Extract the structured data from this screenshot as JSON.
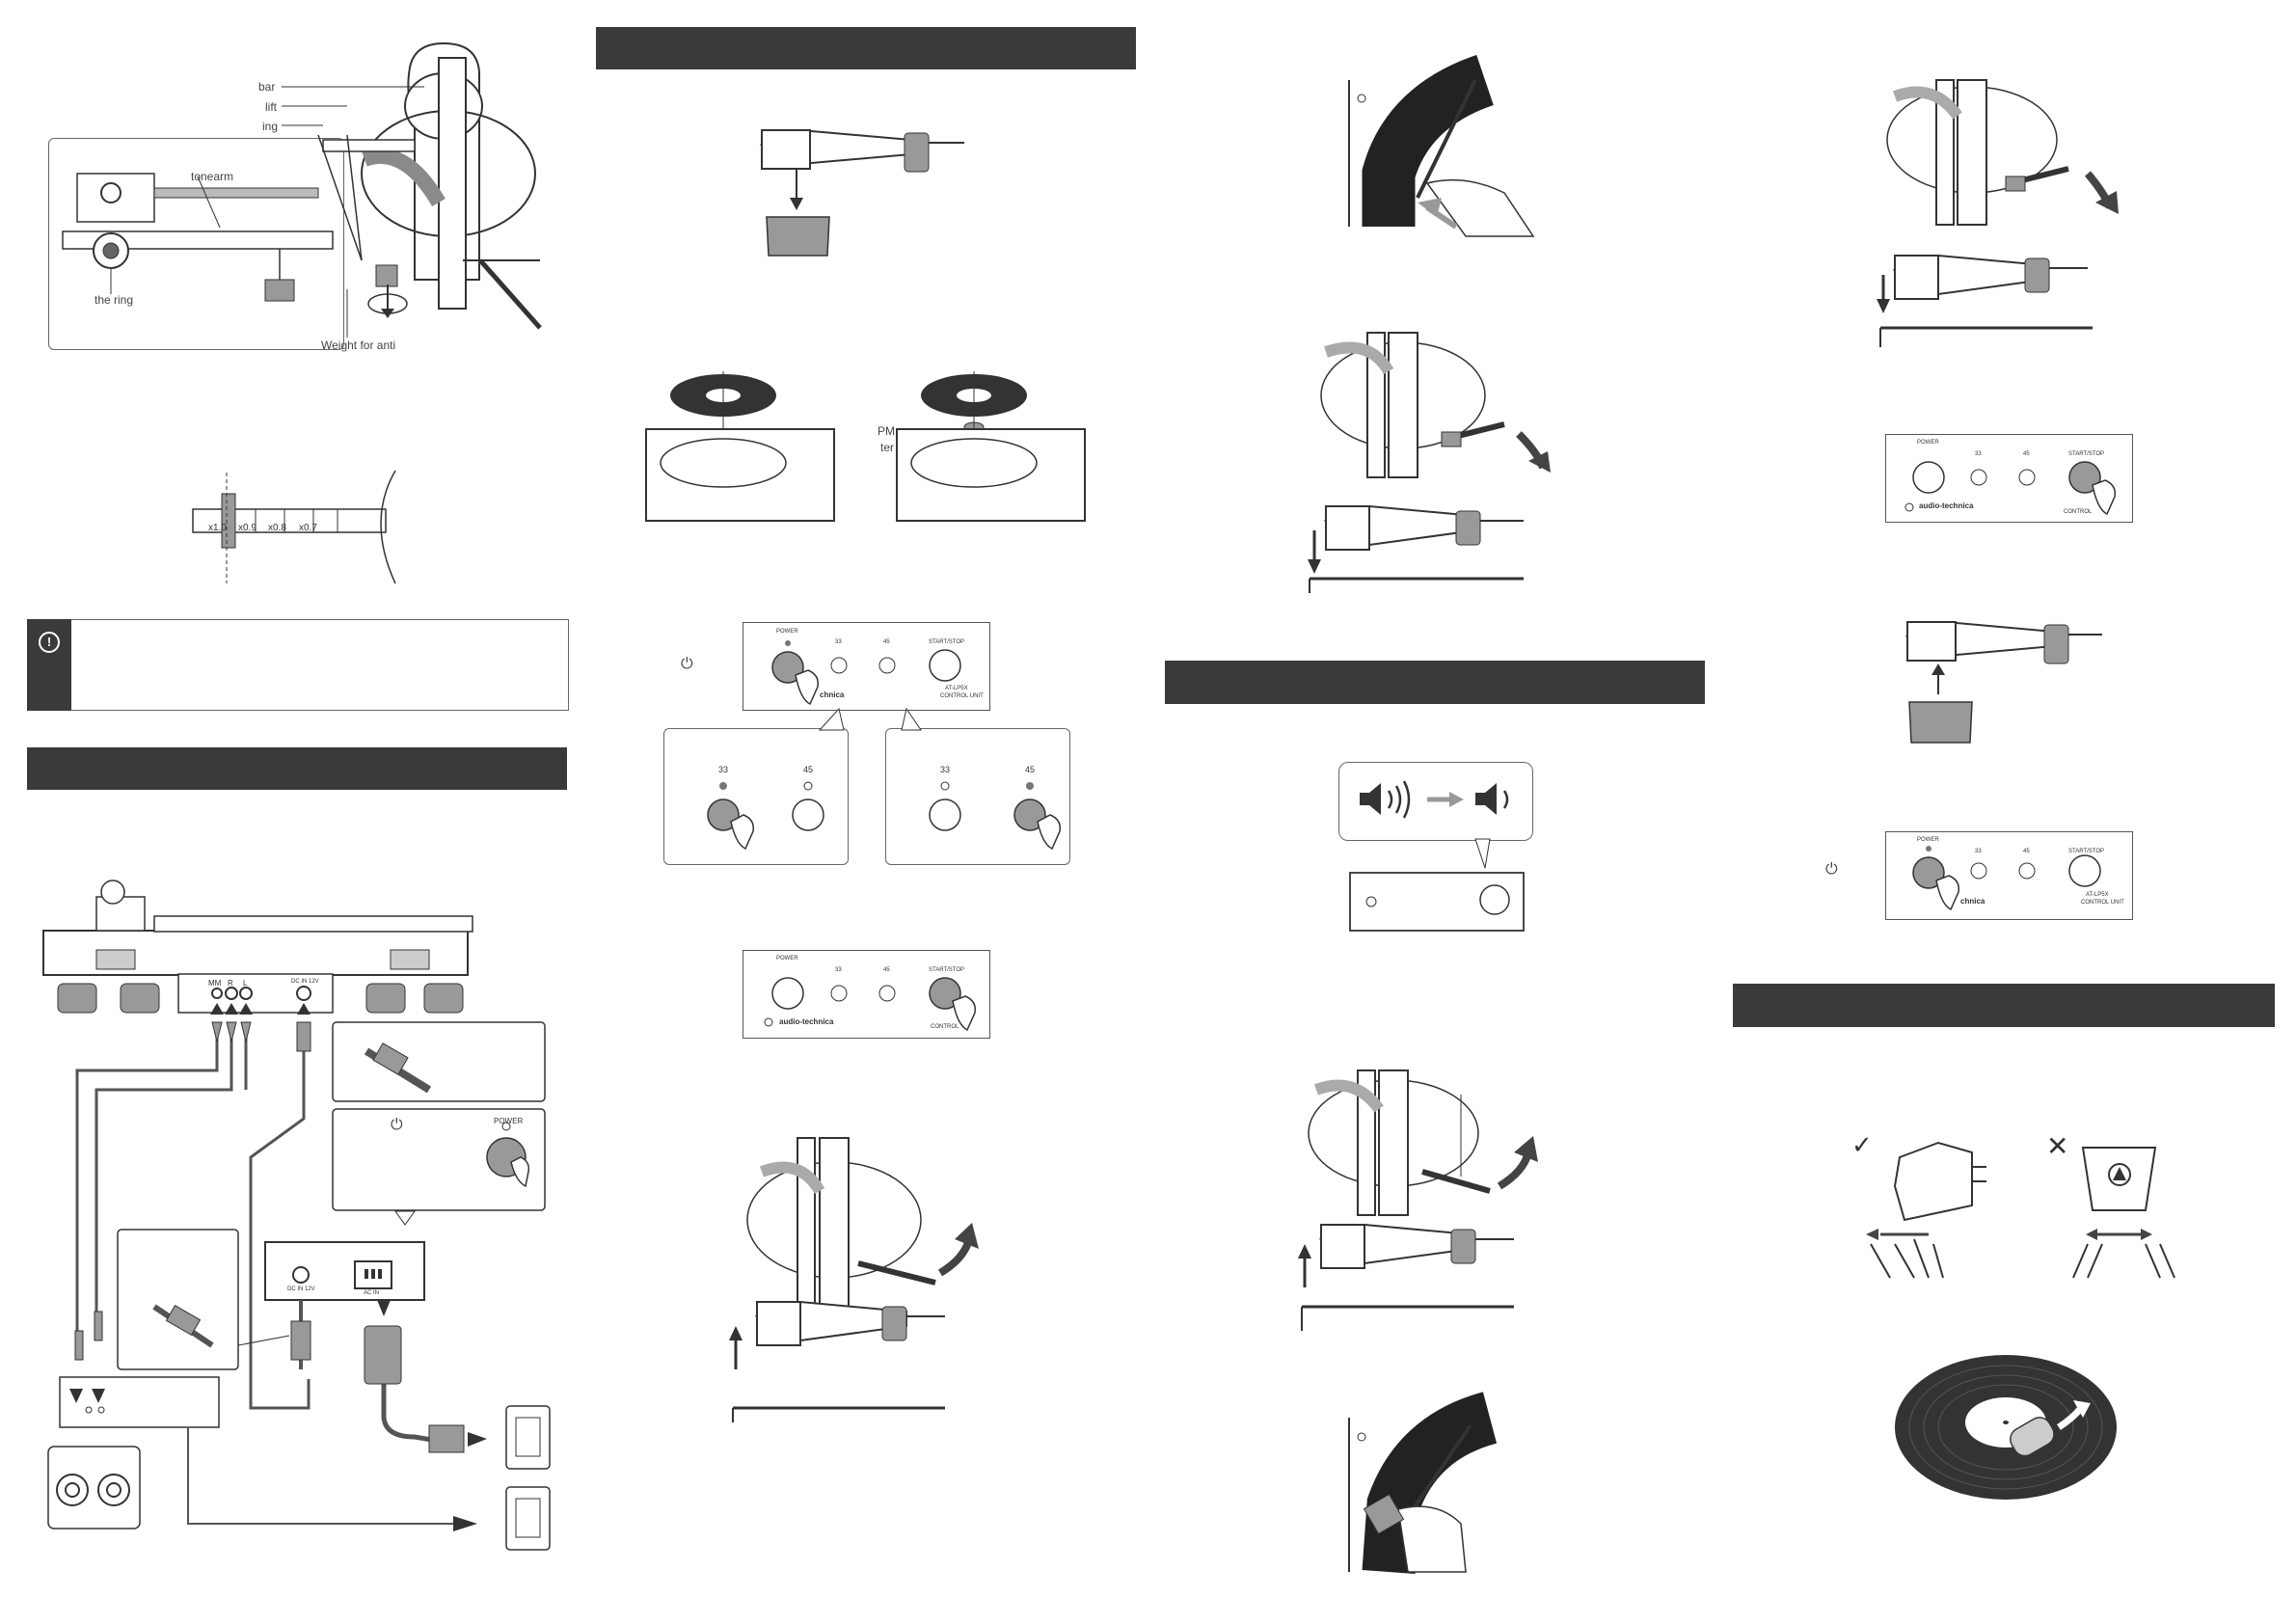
{
  "callouts": {
    "bar": "bar",
    "lift": "lift",
    "ring_top": "ing",
    "tonearm": "tonearm",
    "the_ring": "the ring",
    "weight": "Weight for anti"
  },
  "scale": {
    "marks": [
      "x1.0",
      "x0.9",
      "x0.8",
      "x0.7"
    ]
  },
  "record_labels": {
    "pm": "PM",
    "ter": "ter"
  },
  "control_unit": {
    "power": "POWER",
    "speed_33": "33",
    "speed_45": "45",
    "start_stop": "START/STOP",
    "brand": "audio-technica",
    "model": "AT-LP5X",
    "unit": "CONTROL UNIT",
    "brand_partial": "chnica",
    "unit_partial": "CONTROL"
  },
  "panel_marks": {
    "left": "MM",
    "mid": "R",
    "right": "L",
    "dc": "DC IN 12V",
    "ac": "AC IN"
  },
  "symbols": {
    "power": "⏻",
    "caution": "!",
    "check": "✓",
    "cross": "✕"
  },
  "colors": {
    "bar": "#3a3a3a",
    "line": "#333333",
    "gray": "#8a8a8a"
  }
}
